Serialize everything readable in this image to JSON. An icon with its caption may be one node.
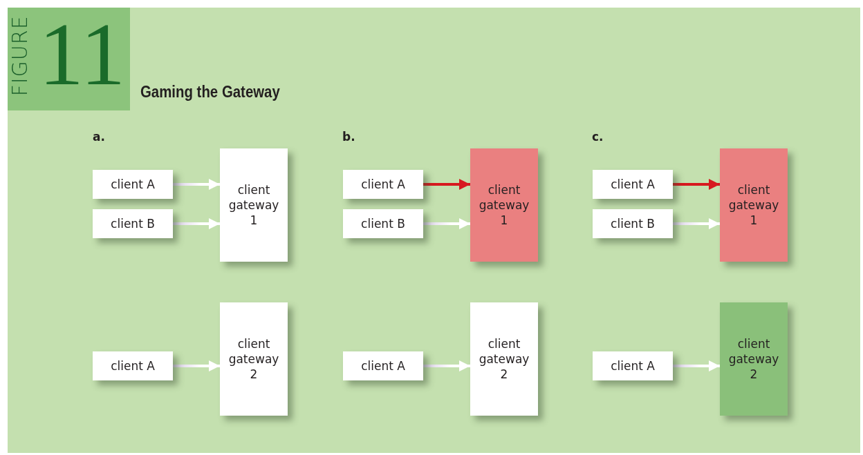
{
  "diagram": {
    "title": "Gaming the Gateway",
    "nodes": [
      {
        "text": [
          "client A"
        ]
      },
      {
        "text": [
          "client B"
        ]
      },
      {
        "text": [
          "client gateway 1"
        ]
      },
      {
        "text": [
          "client A"
        ]
      },
      {
        "text": [
          "client gateway 2"
        ]
      },
      {
        "text": [
          "client A"
        ]
      },
      {
        "text": [
          "client B"
        ]
      },
      {
        "text": [
          "client gateway 1"
        ]
      },
      {
        "text": [
          "client A"
        ]
      },
      {
        "text": [
          "client gateway 2"
        ]
      },
      {
        "text": [
          "client A"
        ]
      },
      {
        "text": [
          "client B"
        ]
      },
      {
        "text": [
          "client gateway 1"
        ]
      },
      {
        "text": [
          "client A"
        ]
      },
      {
        "text": [
          "client gateway 2"
        ]
      }
    ],
    "edges": [
      {
        "from": 0,
        "to": 2,
        "arrow": "to"
      },
      {
        "from": 1,
        "to": 2,
        "arrow": "to"
      },
      {
        "from": 3,
        "to": 4,
        "arrow": "to"
      },
      {
        "from": 5,
        "to": 7,
        "arrow": "to",
        "color": "#d7191f"
      },
      {
        "from": 6,
        "to": 7,
        "arrow": "to"
      },
      {
        "from": 8,
        "to": 9,
        "arrow": "to"
      },
      {
        "from": 10,
        "to": 12,
        "arrow": "to",
        "color": "#d7191f"
      },
      {
        "from": 11,
        "to": 12,
        "arrow": "to"
      },
      {
        "from": 13,
        "to": 14,
        "arrow": "to"
      }
    ],
    "labels": [
      "FIGURE",
      "11",
      "a.",
      "b.",
      "c."
    ]
  }
}
